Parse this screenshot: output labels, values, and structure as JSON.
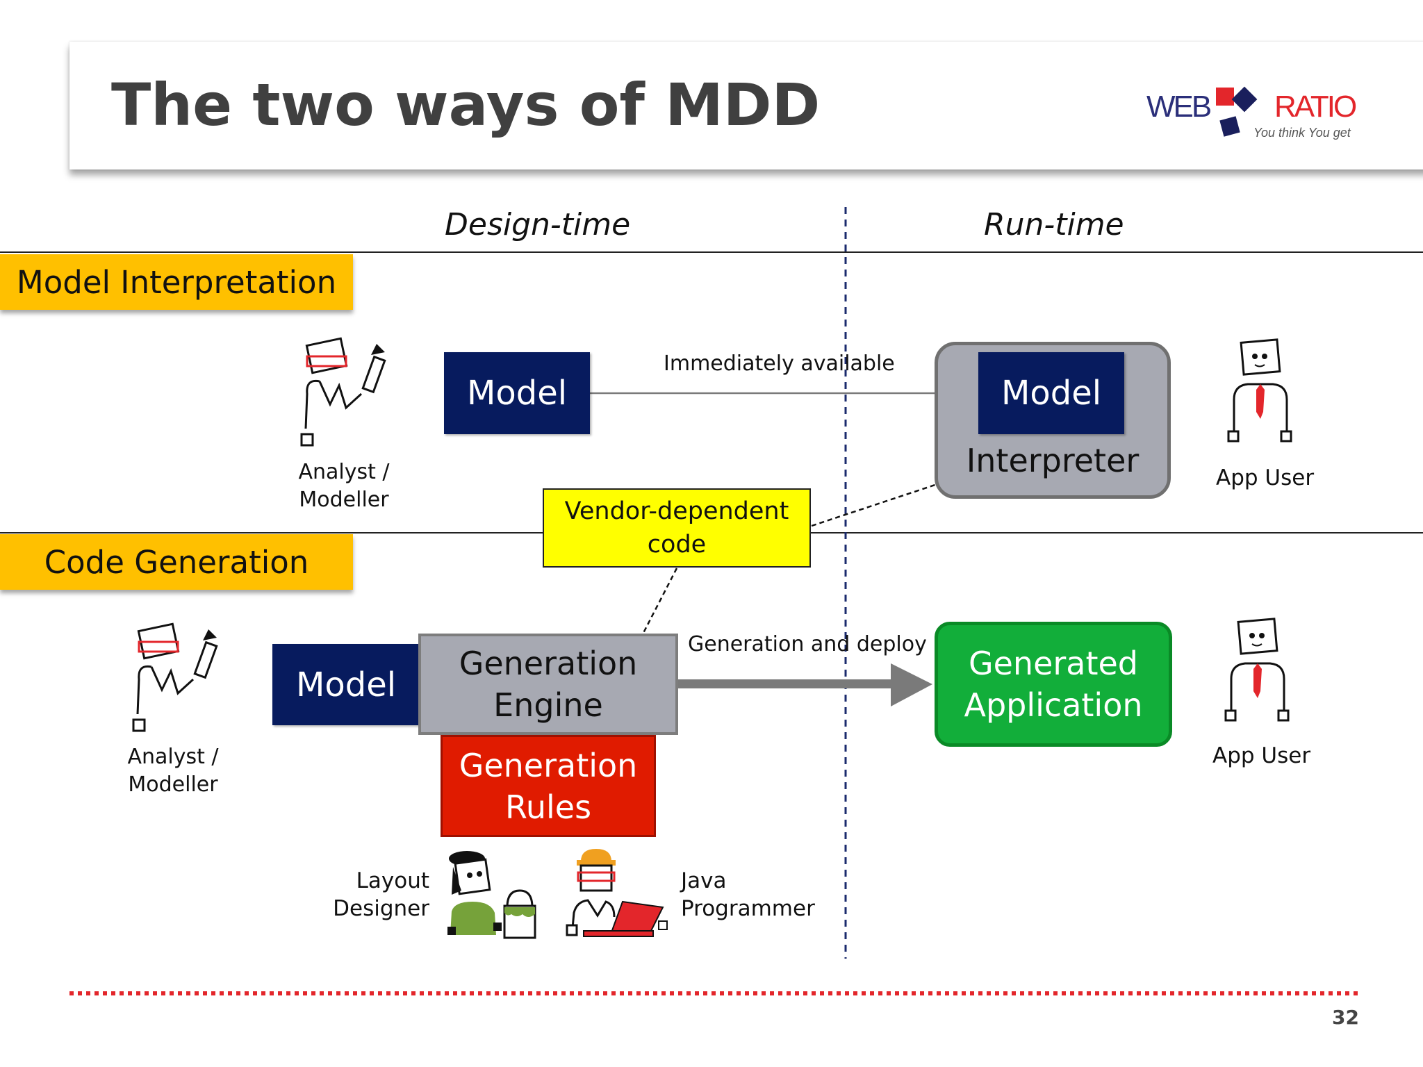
{
  "title": "The two ways of MDD",
  "logo": {
    "left_text": "WEB",
    "right_text": "RATIO",
    "tagline": "You think You get",
    "colors": {
      "text": "#2b2f7a",
      "red": "#e3262b",
      "navy": "#1a1f5c"
    }
  },
  "columns": {
    "design": "Design-time",
    "run": "Run-time"
  },
  "sections": {
    "interpretation": "Model Interpretation",
    "generation": "Code Generation"
  },
  "interpretation": {
    "analyst": {
      "line1": "Analyst /",
      "line2": "Modeller"
    },
    "model": "Model",
    "arrow_label": "Immediately available",
    "interpreter_model": "Model",
    "interpreter": "Interpreter",
    "app_user": "App User"
  },
  "vendor": {
    "line1": "Vendor-dependent",
    "line2": "code"
  },
  "generation": {
    "analyst": {
      "line1": "Analyst /",
      "line2": "Modeller"
    },
    "model": "Model",
    "engine": {
      "line1": "Generation",
      "line2": "Engine"
    },
    "rules": {
      "line1": "Generation",
      "line2": "Rules"
    },
    "arrow_label": "Generation and deploy",
    "app": {
      "line1": "Generated",
      "line2": "Application"
    },
    "app_user": "App User",
    "layout_designer": {
      "line1": "Layout",
      "line2": "Designer"
    },
    "java_programmer": {
      "line1": "Java",
      "line2": "Programmer"
    }
  },
  "page_number": "32",
  "colors": {
    "section_label": "#ffc000",
    "model_box": "#071b5e",
    "interpreter_box": "#a7a9b2",
    "vendor_box": "#ffff00",
    "rules_box": "#e01b00",
    "app_box": "#12ae3a",
    "footer_dots": "#e3262b"
  }
}
